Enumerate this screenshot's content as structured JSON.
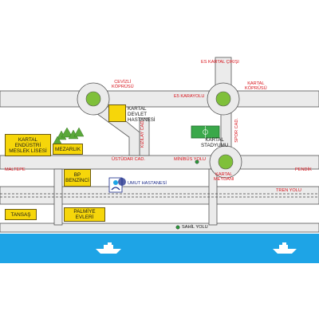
{
  "colors": {
    "road": "#ebebeb",
    "road_edge": "#555555",
    "sea": "#1ea4e6",
    "building": "#f6d60a",
    "park": "#7fc03a",
    "stadium": "#3aa84a",
    "label_red": "#d8121a"
  },
  "icons": [
    "tree-icon",
    "ship-icon",
    "hospital-logo-icon",
    "bus-stop-icon"
  ],
  "street_labels": {
    "es_kartal_cikisi": "ES KARTAL ÇIKIŞI",
    "cevizli_koprusu": "CEVİZLİ\nKÖPRÜSÜ",
    "kartal_koprusu": "KARTAL\nKÖPRÜSÜ",
    "e5_karayolu": "E5 KARAYOLU",
    "maltepe": "MALTEPE",
    "ustudar_cad": "ÜSTÜDAR CAD.",
    "minibus_yolu": "MİNİBÜS YOLU",
    "pendik": "PENDİK",
    "kartal_meydani": "KARTAL\nMEYDANI",
    "tren_yolu": "TREN YOLU",
    "sahil_yolu": "SAHİL YOLU",
    "kizilay_cad": "KIZILAY CAD.",
    "spor_cad": "SPOR CAD."
  },
  "places": {
    "devlet_hastanesi": "KARTAL\nDEVLET\nHASTANESİ",
    "stadyumu": "KARTAL\nSTADYUMU",
    "meslek_lisesi": "KARTAL\nENDÜSTRİ\nMESLEK LİSESİ",
    "mezarlik": "MEZARLIK",
    "bp_benzinci": "BP\nBENZİNCİ",
    "umut_hastanesi": "UMUT HASTANESİ",
    "tansas": "TANSAŞ",
    "palmiye_evleri": "PALMİYE\nEVLERİ"
  }
}
